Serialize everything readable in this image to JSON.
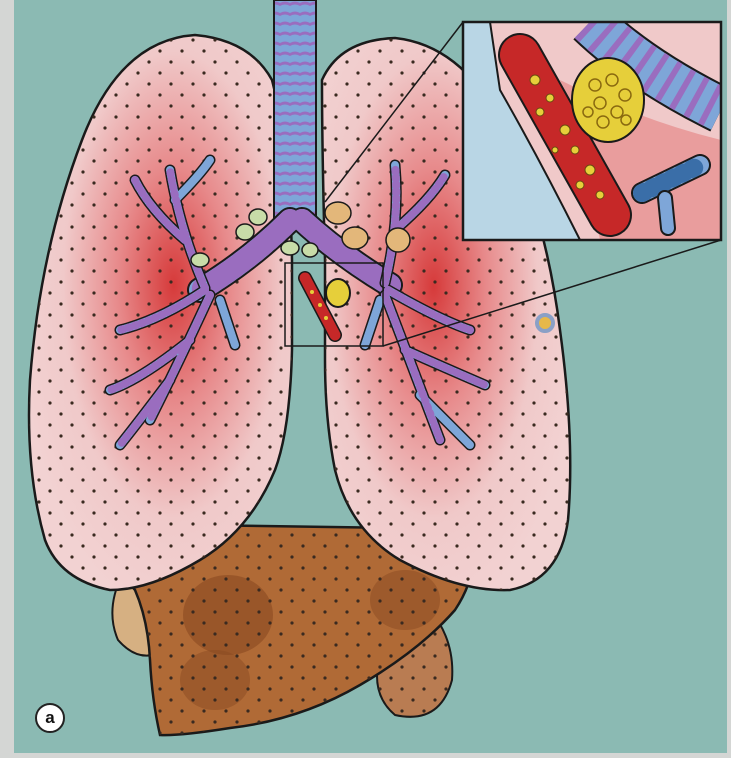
{
  "figure": {
    "panel_label": "a"
  },
  "colors": {
    "frame": "#d4d6d4",
    "background": "#8bbab3",
    "lung_fill": "#f0c9c9",
    "lung_core": "#d63a3a",
    "outline": "#1a1a1a",
    "liver": "#b06a36",
    "liver_dark": "#8a4a22",
    "bronchus": "#7ea6d8",
    "bronchus_ring": "#9a6dbf",
    "vessel": "#c62828",
    "granuloma": "#e6cf3a",
    "node_light": "#c8dca8",
    "node_amber": "#e3b77a",
    "inset_bg": "#b9d6e5"
  },
  "icons": [
    "trachea",
    "bronchial-tree",
    "lymph-node",
    "blood-vessel",
    "granuloma",
    "liver",
    "magnified-inset"
  ]
}
